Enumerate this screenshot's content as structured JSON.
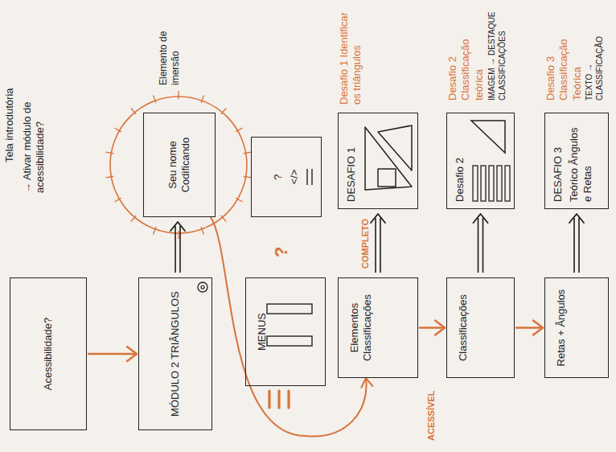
{
  "diagram": {
    "nodes": [
      {
        "text": [
          "Acessibilidade?"
        ]
      },
      {
        "text": [
          "MÓDULO 2 TRIÂNGULOS"
        ]
      },
      {
        "text": [
          "Seu nome Codificando"
        ]
      },
      {
        "text": [
          "MENUS"
        ]
      },
      {
        "text": [
          "?",
          "</>"
        ]
      },
      {
        "text": [
          "Elementos Classificações"
        ]
      },
      {
        "text": [
          "DESAFIO 1"
        ]
      },
      {
        "text": [
          "Classificações"
        ]
      },
      {
        "text": [
          "Desafio 2"
        ]
      },
      {
        "text": [
          "Retas + Ângulos"
        ]
      },
      {
        "text": [
          "DESAFIO 3",
          "Teórico Ângulos e Retas"
        ]
      }
    ],
    "edges": [
      {
        "from": 0,
        "to": 1,
        "arrow": "to"
      },
      {
        "from": 1,
        "to": 2,
        "arrow": "to"
      },
      {
        "from": 2,
        "to": 5,
        "arrow": "to"
      },
      {
        "from": 5,
        "to": 6,
        "label": "COMPLETO",
        "arrow": "to"
      },
      {
        "from": 5,
        "to": 7,
        "label": "ACESSÍVEL",
        "arrow": "to"
      },
      {
        "from": 7,
        "to": 8,
        "arrow": "to"
      },
      {
        "from": 7,
        "to": 9,
        "arrow": "to"
      },
      {
        "from": 9,
        "to": 10,
        "arrow": "to"
      }
    ],
    "labels": [
      "Tela introdutória",
      "→ Ativar módulo de acessibilidade?",
      "Elemento de imersão",
      "?",
      "Desafio 1 Identificar os triângulos",
      "Desafio 2 Classificação teórica",
      "IMAGEM → DESTAQUE CLASSIFICAÇÕES",
      "Desafio 3 Classificação Teórica",
      "TEXTO → CLASSIFICAÇÃO"
    ]
  }
}
